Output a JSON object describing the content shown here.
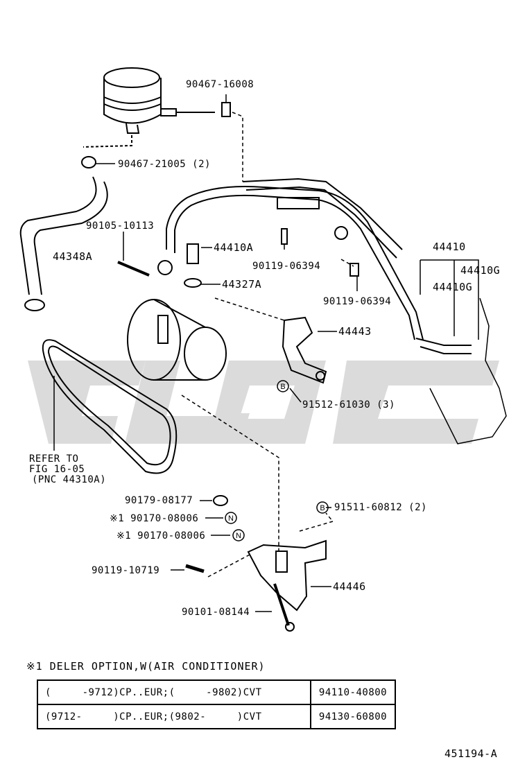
{
  "labels": {
    "p90467_16008": "90467-16008",
    "p90467_21005": "90467-21005 (2)",
    "p90105_10113": "90105-10113",
    "p44348A": "44348A",
    "p44410A": "44410A",
    "p90119_06394_a": "90119-06394",
    "p44327A": "44327A",
    "p90119_06394_b": "90119-06394",
    "p44410": "44410",
    "p44410G_a": "44410G",
    "p44410G_b": "44410G",
    "p44443": "44443",
    "p91512_61030": "91512-61030 (3)",
    "refer": "REFER TO",
    "fig": "FIG 16-05",
    "pnc": "(PNC 44310A)",
    "p90179_08177": "90179-08177",
    "p90170_08006_a": "※1 90170-08006",
    "p90170_08006_b": "※1 90170-08006",
    "p91511_60812": "91511-60812 (2)",
    "p90119_10719": "90119-10719",
    "p44446": "44446",
    "p90101_08144": "90101-08144"
  },
  "markers": {
    "b": "B",
    "n": "N"
  },
  "note": "※1 DELER OPTION,W(AIR CONDITIONER)",
  "table": [
    {
      "desc": "(     -9712)CP..EUR;(     -9802)CVT",
      "part": "94110-40800"
    },
    {
      "desc": "(9712-     )CP..EUR;(9802-     )CVT",
      "part": "94130-60800"
    }
  ],
  "figure_number": "451194-A",
  "watermark": "GLOC"
}
